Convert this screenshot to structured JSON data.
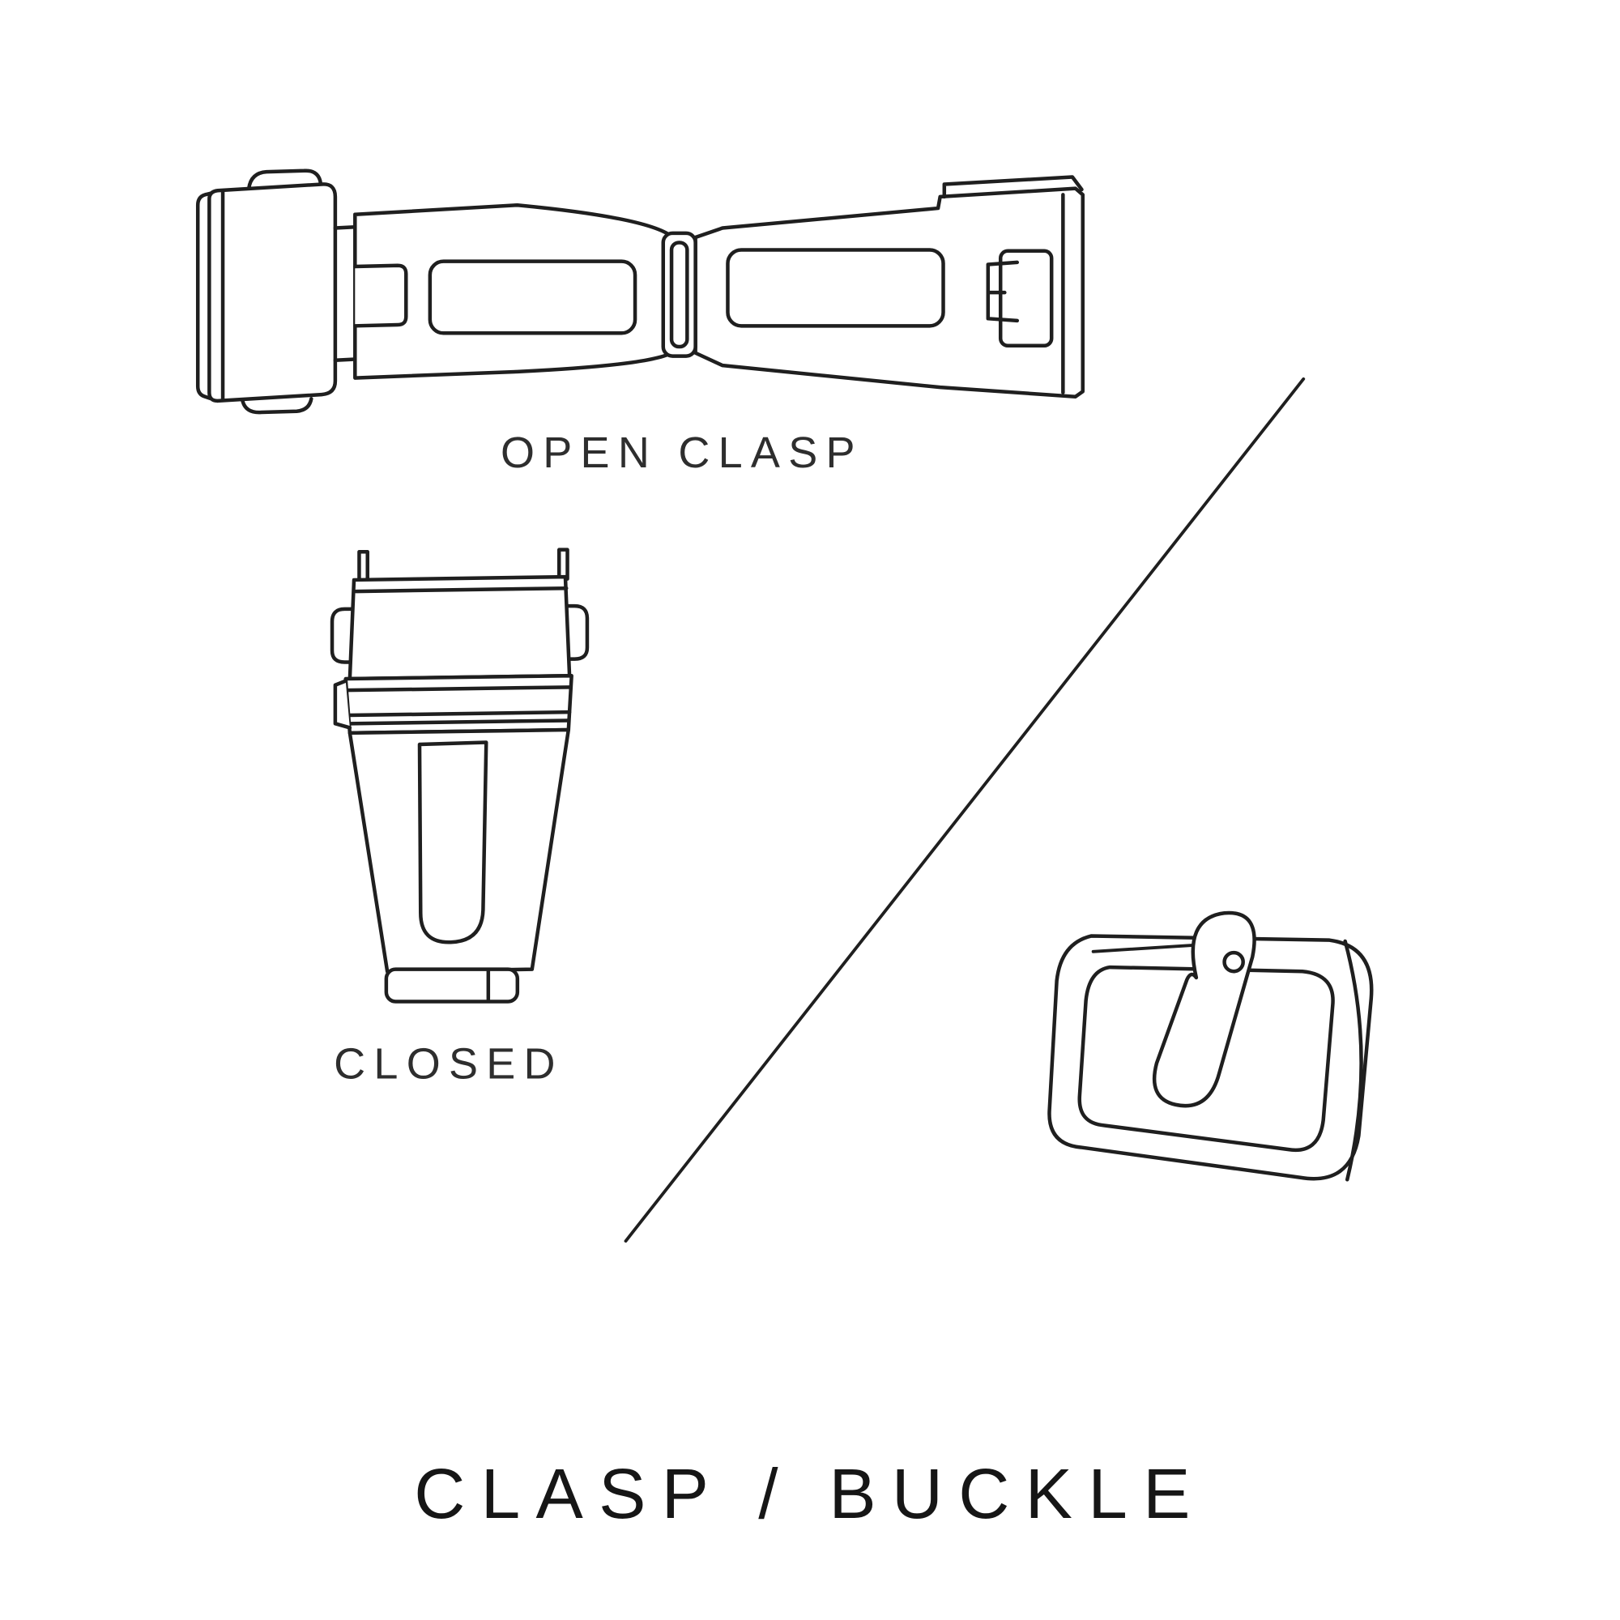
{
  "page": {
    "background_color": "#ffffff",
    "line_color": "#1f1f1f",
    "label_color": "#2e2e2e",
    "title_color": "#161616"
  },
  "labels": {
    "open_clasp": "OPEN CLASP",
    "closed": "CLOSED",
    "title": "CLASP / BUCKLE"
  }
}
